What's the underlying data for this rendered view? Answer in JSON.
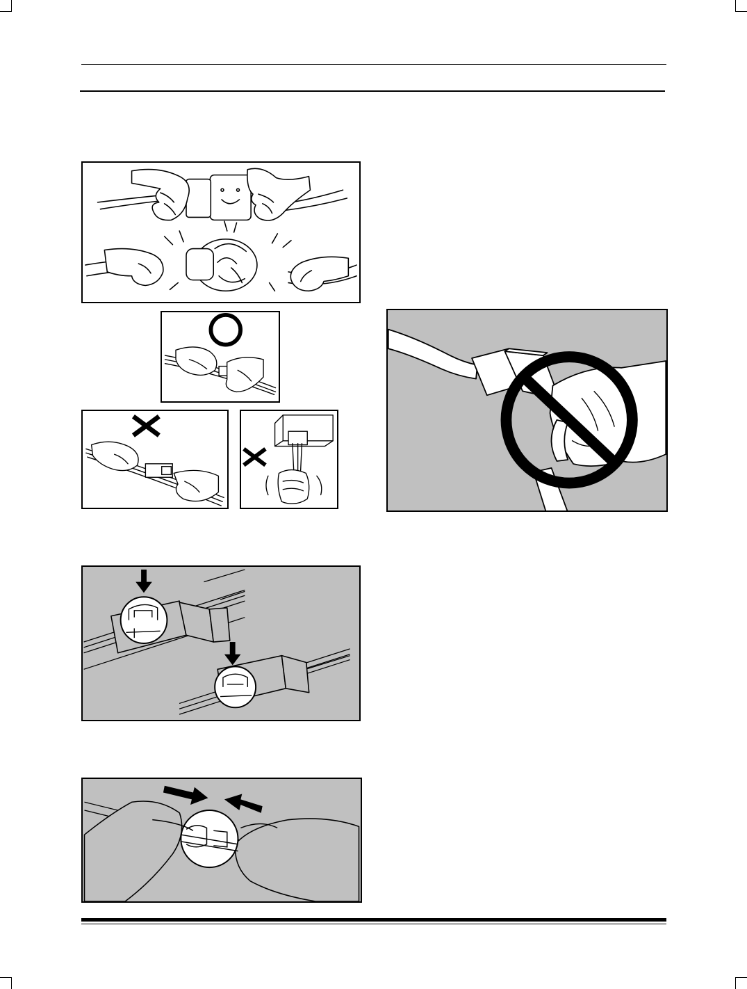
{
  "page": {
    "background": "#ffffff",
    "ink": "#000000",
    "panel_gray": "#c0c0c0",
    "crop_marks": [
      "crop-mark-top-left",
      "crop-mark-top-right",
      "crop-mark-bottom-left",
      "crop-mark-bottom-right"
    ]
  },
  "illustrations": [
    {
      "name": "illustration-connector-handling",
      "icon": "hands-connector-icon",
      "shading": "none"
    },
    {
      "name": "illustration-correct-grip",
      "icon": "circle-ok-icon",
      "shading": "none"
    },
    {
      "name": "illustration-wrong-pull-wires",
      "icon": "cross-mark-icon",
      "shading": "none"
    },
    {
      "name": "illustration-wrong-pull-harness",
      "icon": "cross-mark-icon",
      "shading": "none"
    },
    {
      "name": "illustration-prohibited-pull",
      "icon": "prohibited-icon",
      "shading": "gray"
    },
    {
      "name": "illustration-connector-lock",
      "icon": "down-arrow-icon",
      "shading": "gray"
    },
    {
      "name": "illustration-connector-insert",
      "icon": "push-arrows-icon",
      "shading": "gray"
    }
  ]
}
